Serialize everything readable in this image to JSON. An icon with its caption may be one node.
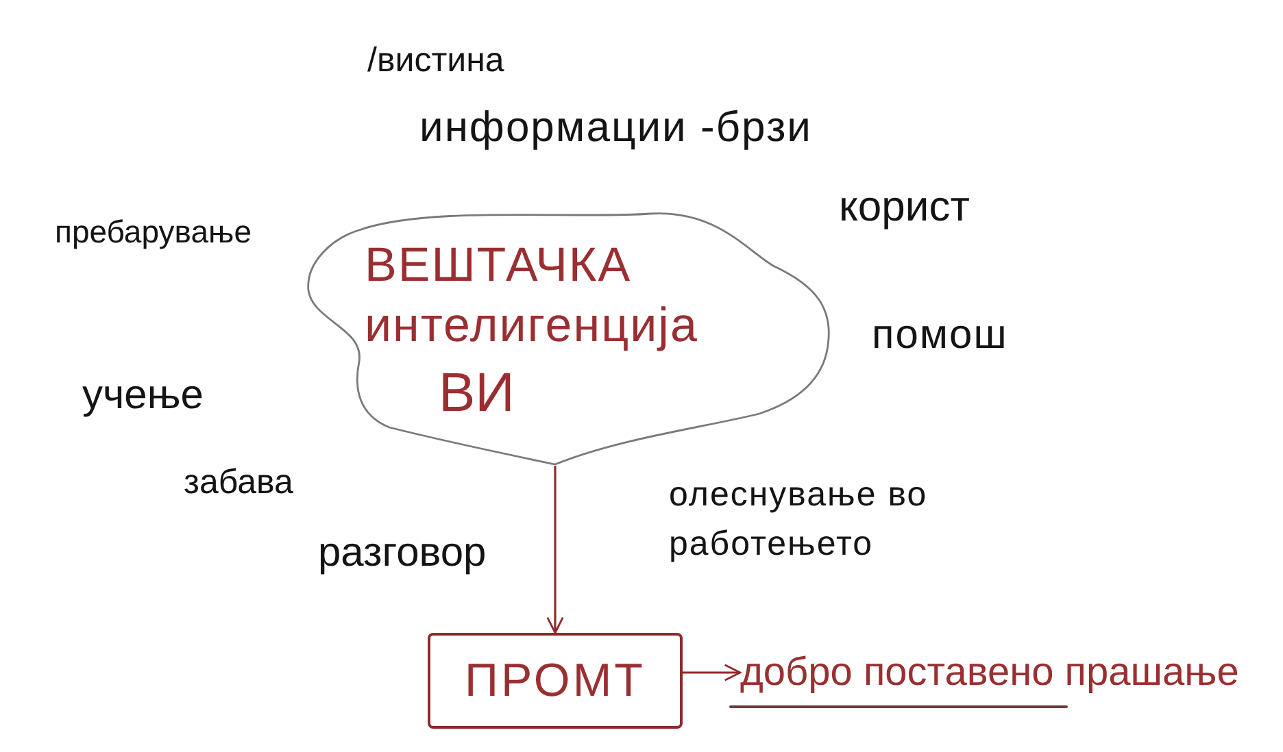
{
  "diagram": {
    "nodes": [
      {
        "text": [
          "ВЕШТАЧКА интелигенција",
          "ВИ"
        ]
      },
      {
        "text": [
          "ПРОМТ"
        ]
      },
      {
        "text": [
          "добро поставено прашање"
        ]
      }
    ],
    "edges": [
      {
        "from": 0,
        "to": 1,
        "arrow": "to"
      },
      {
        "from": 1,
        "to": 2,
        "arrow": "to"
      }
    ],
    "labels": [
      "/вистина",
      "информации -брзи",
      "корист",
      "пребарување",
      "помош",
      "учење",
      "забава",
      "олеснување во работењето",
      "разговор"
    ]
  }
}
